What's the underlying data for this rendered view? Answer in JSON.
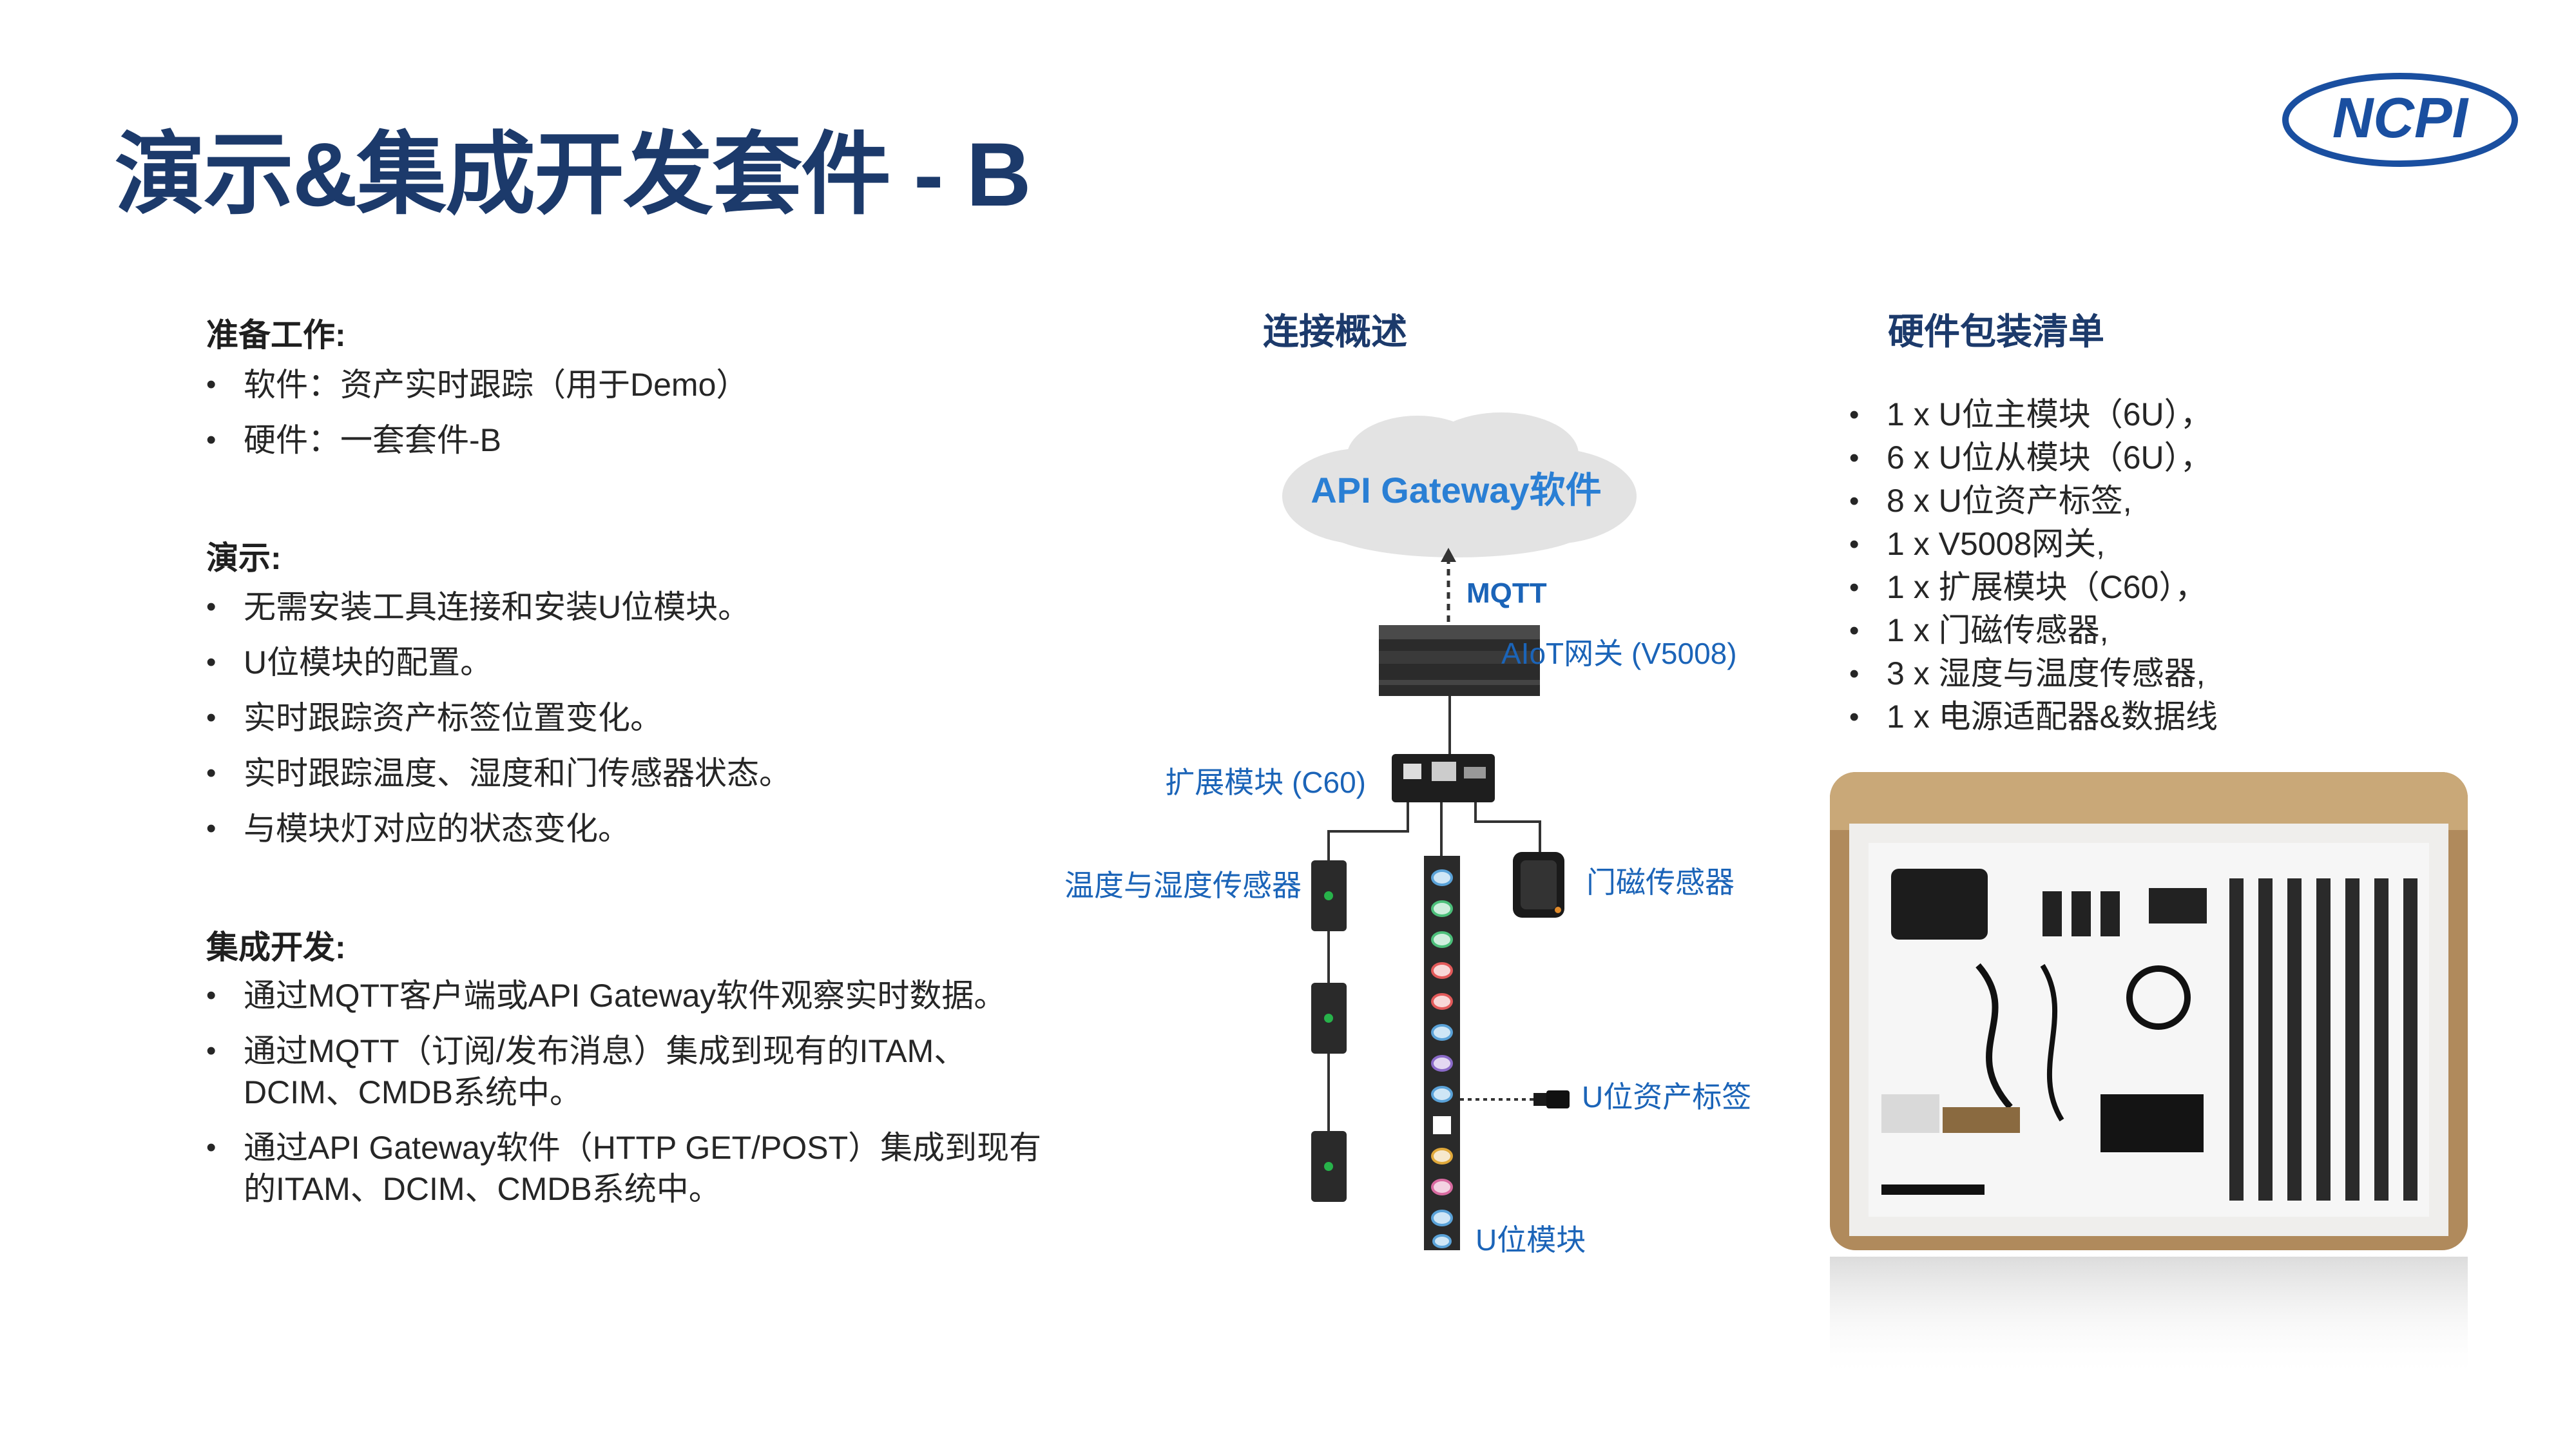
{
  "title": "演示&集成开发套件 - B",
  "logo": {
    "text": "NCPI"
  },
  "prep": {
    "heading": "准备工作:",
    "items": [
      "软件：资产实时跟踪（用于Demo）",
      "硬件：一套套件-B"
    ]
  },
  "demo": {
    "heading": "演示:",
    "items": [
      "无需安装工具连接和安装U位模块。",
      "U位模块的配置。",
      "实时跟踪资产标签位置变化。",
      "实时跟踪温度、湿度和门传感器状态。",
      "与模块灯对应的状态变化。"
    ]
  },
  "integration": {
    "heading": "集成开发:",
    "items": [
      "通过MQTT客户端或API Gateway软件观察实时数据。",
      "通过MQTT（订阅/发布消息）集成到现有的ITAM、DCIM、CMDB系统中。",
      "通过API Gateway软件（HTTP GET/POST）集成到现有的ITAM、DCIM、CMDB系统中。"
    ]
  },
  "connection": {
    "heading": "连接概述",
    "cloud_label": "API Gateway软件",
    "mqtt_label": "MQTT",
    "gateway_label": "AIoT网关 (V5008)",
    "expansion_label": "扩展模块 (C60)",
    "th_sensor_label": "温度与湿度传感器",
    "door_sensor_label": "门磁传感器",
    "asset_tag_label": "U位资产标签",
    "u_module_label": "U位模块"
  },
  "hardware": {
    "heading": "硬件包装清单",
    "items": [
      "1 x U位主模块（6U），",
      "6 x U位从模块（6U），",
      "8 x U位资产标签,",
      "1 x V5008网关,",
      "1 x 扩展模块（C60），",
      "1 x 门磁传感器,",
      "3 x 湿度与温度传感器,",
      "1 x 电源适配器&数据线"
    ]
  },
  "colors": {
    "title": "#1c3a6b",
    "accent_blue": "#1b64b8",
    "logo_blue": "#1a4fa0"
  },
  "icons": [
    "cloud-icon",
    "gateway-device-icon",
    "expansion-module-icon",
    "th-sensor-icon",
    "door-sensor-icon",
    "u-module-strip-icon",
    "asset-tag-icon",
    "hardware-kit-photo"
  ]
}
